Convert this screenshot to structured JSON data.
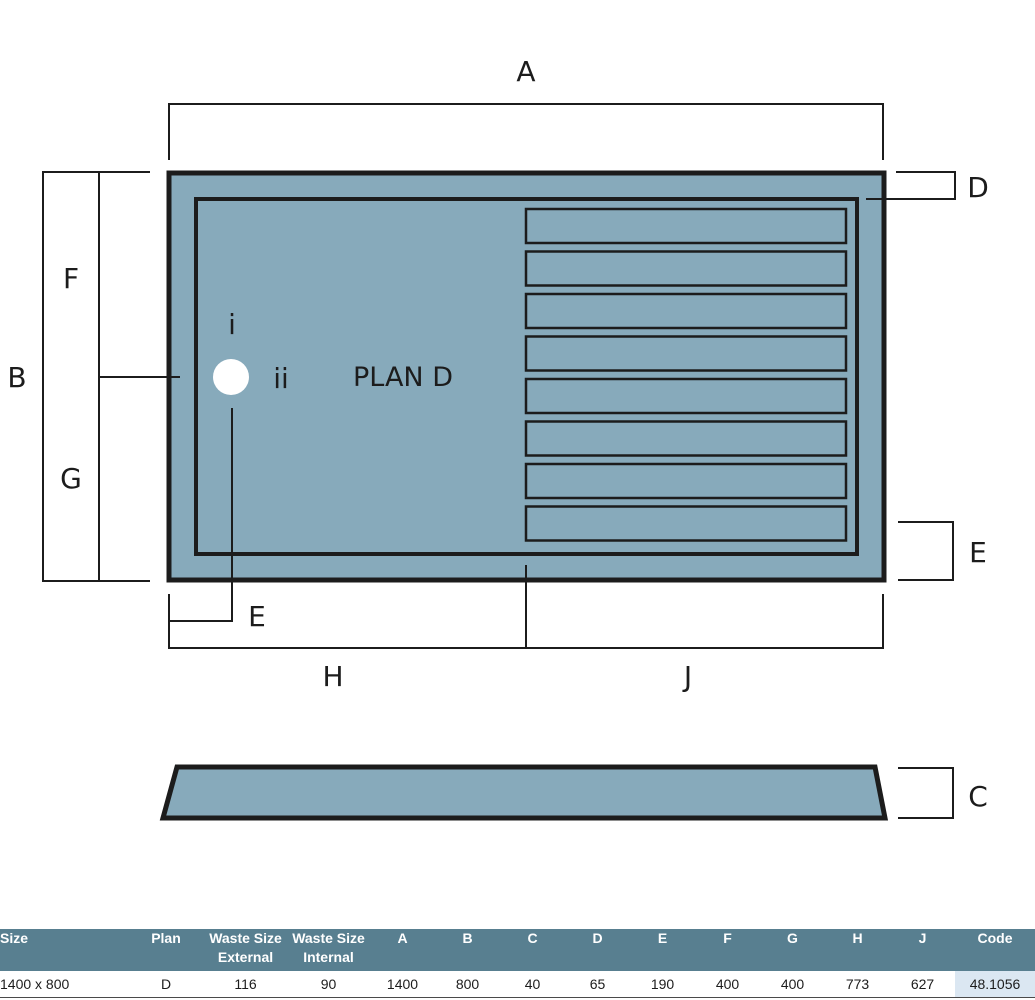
{
  "diagram": {
    "plan_label": "PLAN D",
    "labels": {
      "A": "A",
      "B": "B",
      "C": "C",
      "D": "D",
      "E_right": "E",
      "E_bottom": "E",
      "F": "F",
      "G": "G",
      "H": "H",
      "J": "J",
      "waste_external": "i",
      "waste_internal": "ii"
    },
    "colors": {
      "tray_fill": "#87aabb",
      "outline": "#1c1c1c",
      "waste_hole": "#ffffff"
    },
    "grate_slot_count": 8
  },
  "table": {
    "headers": [
      "Size",
      "Plan",
      "Waste Size External",
      "Waste Size Internal",
      "A",
      "B",
      "C",
      "D",
      "E",
      "F",
      "G",
      "H",
      "J",
      "Code"
    ],
    "row": [
      "1400 x 800",
      "D",
      "116",
      "90",
      "1400",
      "800",
      "40",
      "65",
      "190",
      "400",
      "400",
      "773",
      "627",
      "48.1056"
    ],
    "colors": {
      "header_bg": "#587f90",
      "code_cell_bg": "#dbe7f2"
    }
  }
}
